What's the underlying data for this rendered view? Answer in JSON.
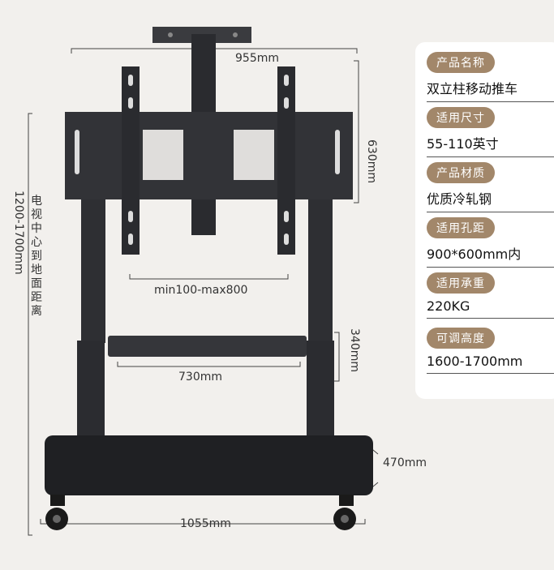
{
  "dimensions": {
    "width_top": "955mm",
    "height_plate": "630mm",
    "vesa": "min100-max800",
    "shelf_width": "730mm",
    "shelf_height": "340mm",
    "base_depth": "470mm",
    "base_width": "1055mm",
    "center_height": "1200-1700mm",
    "center_height_label": "电视中心到地面距离"
  },
  "specs": [
    {
      "label": "产品名称",
      "value": "双立柱移动推车"
    },
    {
      "label": "适用尺寸",
      "value": "55-110英寸"
    },
    {
      "label": "产品材质",
      "value": "优质冷轧钢"
    },
    {
      "label": "适用孔距",
      "value": "900*600mm内"
    },
    {
      "label": "适用承重",
      "value": "220KG"
    },
    {
      "label": "可调高度",
      "value": "1600-1700mm"
    }
  ],
  "colors": {
    "badge": "#a2876a",
    "metal": "#2e2f33",
    "background": "#f2f0ed"
  }
}
